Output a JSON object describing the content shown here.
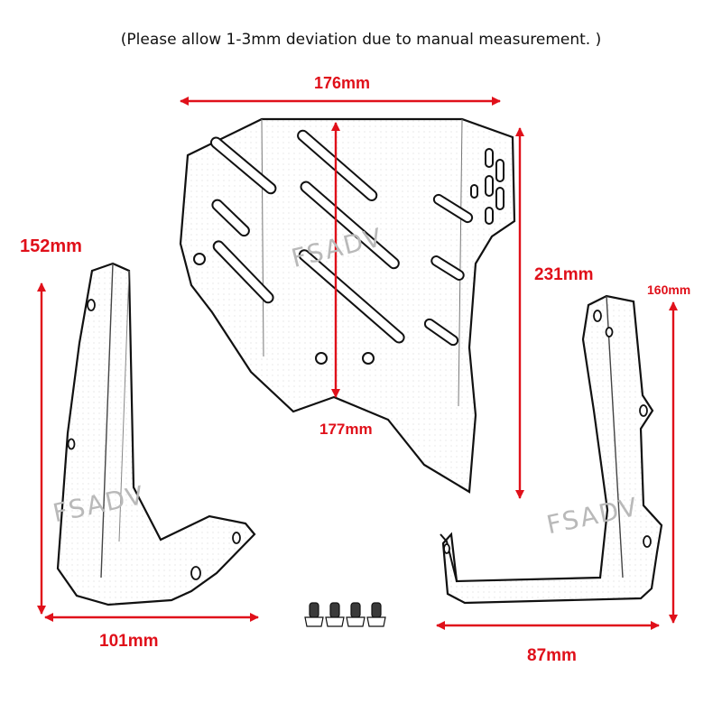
{
  "note": "(Please allow 1-3mm deviation due to manual measurement. )",
  "dimensions": {
    "top_width": "176mm",
    "bottom_width": "177mm",
    "center_height": "231mm",
    "left_height": "152mm",
    "left_width": "101mm",
    "right_height": "160mm",
    "right_width": "87mm"
  },
  "watermarks": [
    "FSADV",
    "FSADV",
    "FSADV"
  ],
  "colors": {
    "dimension": "#e0101a",
    "outline": "#111111",
    "watermark": "#b9b9b9"
  }
}
